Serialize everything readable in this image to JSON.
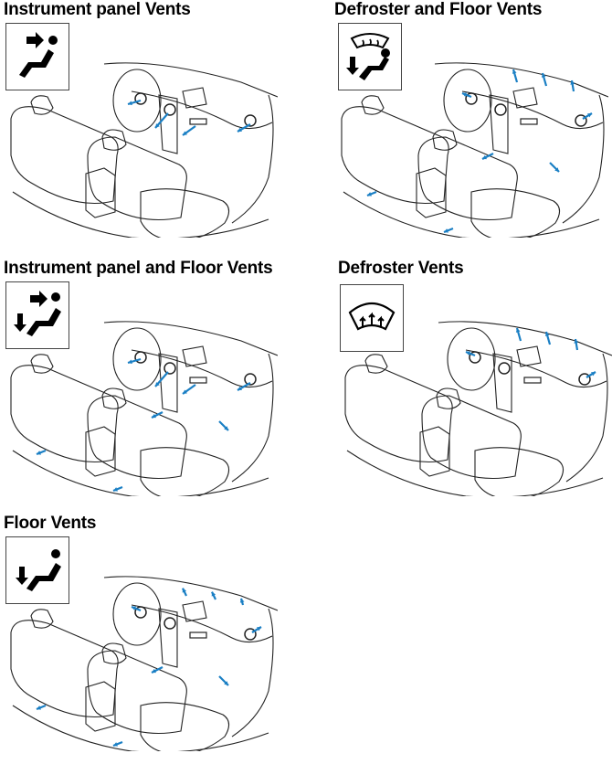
{
  "panels": [
    {
      "title": "Instrument panel Vents",
      "mode": "panel",
      "icon": "vent-face-icon"
    },
    {
      "title": "Defroster and Floor Vents",
      "mode": "defrost-floor",
      "icon": "defrost-floor-icon"
    },
    {
      "title": "Instrument panel and Floor Vents",
      "mode": "panel-floor",
      "icon": "vent-face-floor-icon"
    },
    {
      "title": "Defroster Vents",
      "mode": "defrost",
      "icon": "windshield-defrost-icon"
    },
    {
      "title": "Floor Vents",
      "mode": "floor",
      "icon": "vent-floor-icon"
    }
  ],
  "colors": {
    "airflow": "#1a7fc4",
    "line": "#222222"
  }
}
